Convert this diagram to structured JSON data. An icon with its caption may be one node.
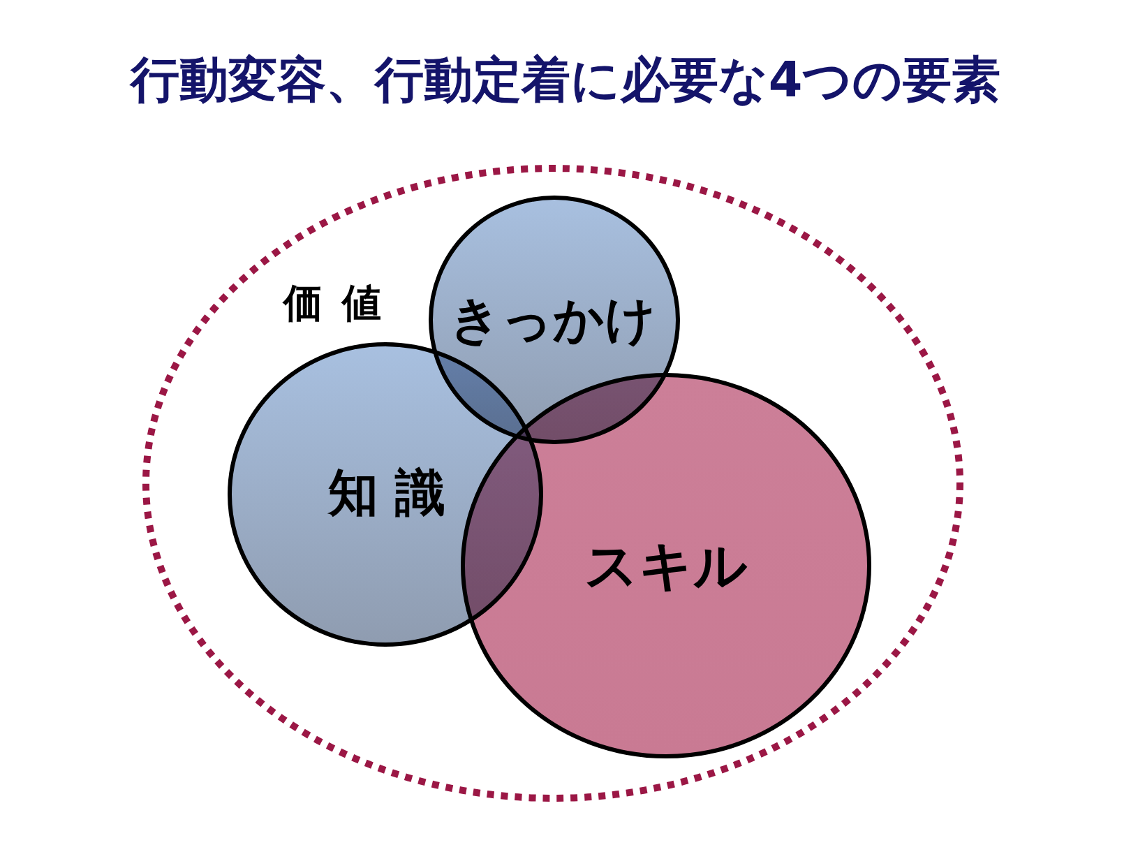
{
  "diagram": {
    "title": "行動変容、行動定着に必要な4つの要素",
    "nodes": [
      {
        "text": [
          "価値"
        ]
      },
      {
        "text": [
          "きっかけ"
        ],
        "in": 0
      },
      {
        "text": [
          "知識"
        ],
        "in": 0
      },
      {
        "text": [
          "スキル"
        ],
        "in": 0
      }
    ]
  }
}
